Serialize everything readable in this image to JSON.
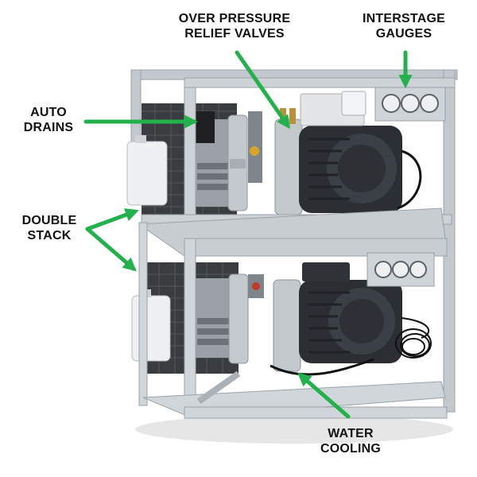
{
  "labels": {
    "over_pressure": {
      "line1": "OVER PRESSURE",
      "line2": "RELIEF VALVES"
    },
    "interstage": {
      "line1": "INTERSTAGE",
      "line2": "GAUGES"
    },
    "auto_drains": {
      "line1": "AUTO",
      "line2": "DRAINS"
    },
    "double_stack": {
      "line1": "DOUBLE",
      "line2": "STACK"
    },
    "water_cooling": {
      "line1": "WATER",
      "line2": "COOLING"
    }
  },
  "colors": {
    "arrow": "#22b14c",
    "frame": "#c9ced3",
    "motor": "#2b2f33",
    "cylinder": "#b9bec4",
    "bottle": "#eef0f2",
    "gauge": "#e9ecef"
  }
}
